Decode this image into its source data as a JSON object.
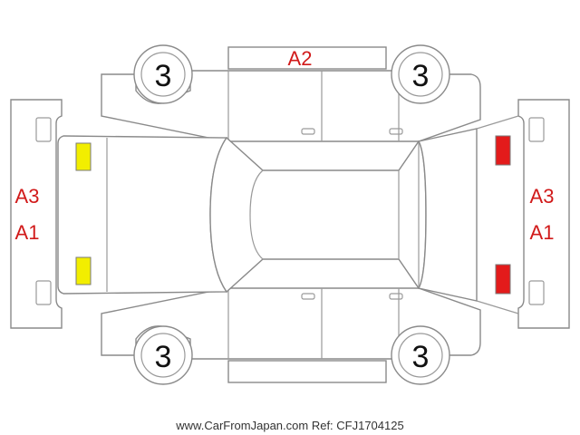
{
  "wheels": {
    "front_left": "3",
    "front_right": "3",
    "rear_left": "3",
    "rear_right": "3"
  },
  "damage_codes": {
    "top": "A2",
    "left_line1": "A3",
    "left_line2": "A1",
    "right_line1": "A3",
    "right_line2": "A1"
  },
  "indicator_colors": {
    "left_lights": "#f2ee00",
    "right_lights": "#e31b1b"
  },
  "watermark": "www.CarFromJapan.com Ref: CFJ1704125"
}
